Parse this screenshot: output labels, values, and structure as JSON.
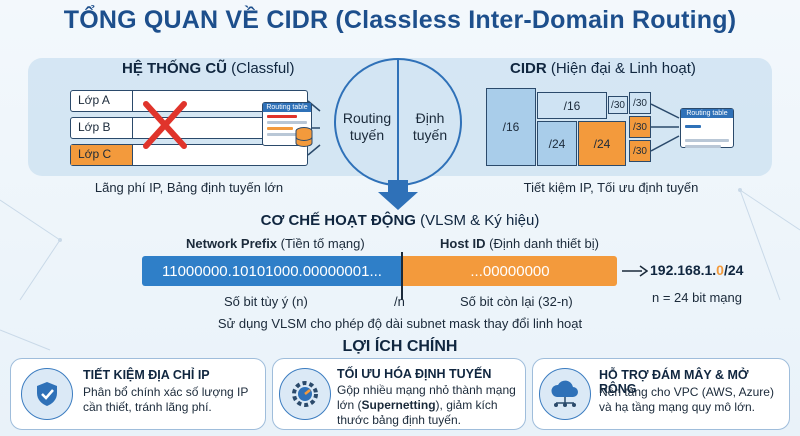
{
  "title": "TỔNG QUAN VỀ CIDR (Classless Inter-Domain Routing)",
  "legacy": {
    "heading_bold": "HỆ THỐNG CŨ",
    "heading_normal": " (Classful)",
    "rows": [
      "Lớp A",
      "Lớp B",
      "Lớp C"
    ],
    "routing_table": "Routing table",
    "caption": "Lãng phí IP, Bảng định tuyến lớn"
  },
  "center": {
    "left": "Routing\ntuyến",
    "right": "Định\ntuyến"
  },
  "cidr": {
    "heading_bold": "CIDR",
    "heading_normal": " (Hiện đại & Linh hoạt)",
    "blocks": [
      "/16",
      "/16",
      "/30",
      "/30",
      "/30",
      "/30",
      "/24",
      "/24"
    ],
    "routing_table": "Routing table",
    "caption": "Tiết kiệm IP, Tối ưu định tuyến"
  },
  "mechanism": {
    "heading_bold": "CƠ CHẾ HOẠT ĐỘNG",
    "heading_normal": " (VLSM & Ký hiệu)",
    "prefix_label_bold": "Network Prefix",
    "prefix_label_normal": " (Tiền tố mạng)",
    "host_label_bold": "Host ID",
    "host_label_normal": " (Định danh thiết bị)",
    "prefix_bits": "11000000.10101000.00000001...",
    "host_bits": "...00000000",
    "prefix_note": "Số bit tùy ý (n)",
    "slash": "/n",
    "host_note": "Số bit còn lại (32-n)",
    "example_ip_main": "192.168.1.",
    "example_ip_accent": "0",
    "example_ip_suffix": "/24",
    "example_note": "n = 24 bit mạng",
    "vlsm_note": "Sử dụng VLSM cho phép độ dài subnet mask thay đổi linh hoạt"
  },
  "benefits": {
    "heading": "LỢI ÍCH CHÍNH",
    "cards": [
      {
        "title": "TIẾT KIỆM ĐỊA CHỈ IP",
        "body": "Phân bổ chính xác số lượng IP cần thiết, tránh lãng phí.",
        "icon": "shield-check-icon"
      },
      {
        "title": "TỐI ƯU HÓA ĐỊNH TUYẾN",
        "body_a": "Gộp nhiều mạng nhỏ thành mạng lớn (",
        "body_b": "Supernetting",
        "body_c": "), giảm kích thước bảng định tuyến.",
        "icon": "gear-gauge-icon"
      },
      {
        "title": "HỖ TRỢ ĐÁM MÂY & MỞ RỘNG",
        "body": "Nền tảng cho VPC (AWS, Azure) và hạ tầng mạng quy mô lớn.",
        "icon": "cloud-network-icon"
      }
    ]
  },
  "colors": {
    "primary": "#2f71b8",
    "accent": "#f39a3c",
    "title": "#1d4f8c"
  }
}
